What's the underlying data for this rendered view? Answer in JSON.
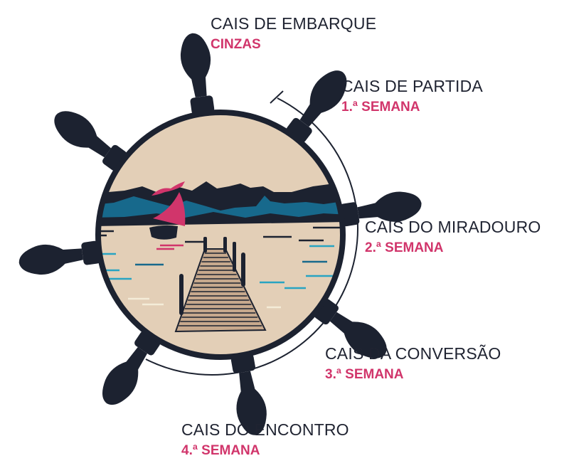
{
  "colors": {
    "navy": "#1c2230",
    "pink": "#d1356b",
    "sand": "#e3cfb7",
    "teal": "#17698c",
    "light_blue": "#28a4c2",
    "dock": "#c7a98d"
  },
  "stages": [
    {
      "title": "CAIS DE EMBARQUE",
      "subtitle": "CINZAS"
    },
    {
      "title": "CAIS DE PARTIDA",
      "subtitle": "1.ª SEMANA"
    },
    {
      "title": "CAIS DO MIRADOURO",
      "subtitle": "2.ª SEMANA"
    },
    {
      "title": "CAIS DA CONVERSÃO",
      "subtitle": "3.ª SEMANA"
    },
    {
      "title": "CAIS DO ENCONTRO",
      "subtitle": "4.ª SEMANA"
    }
  ]
}
